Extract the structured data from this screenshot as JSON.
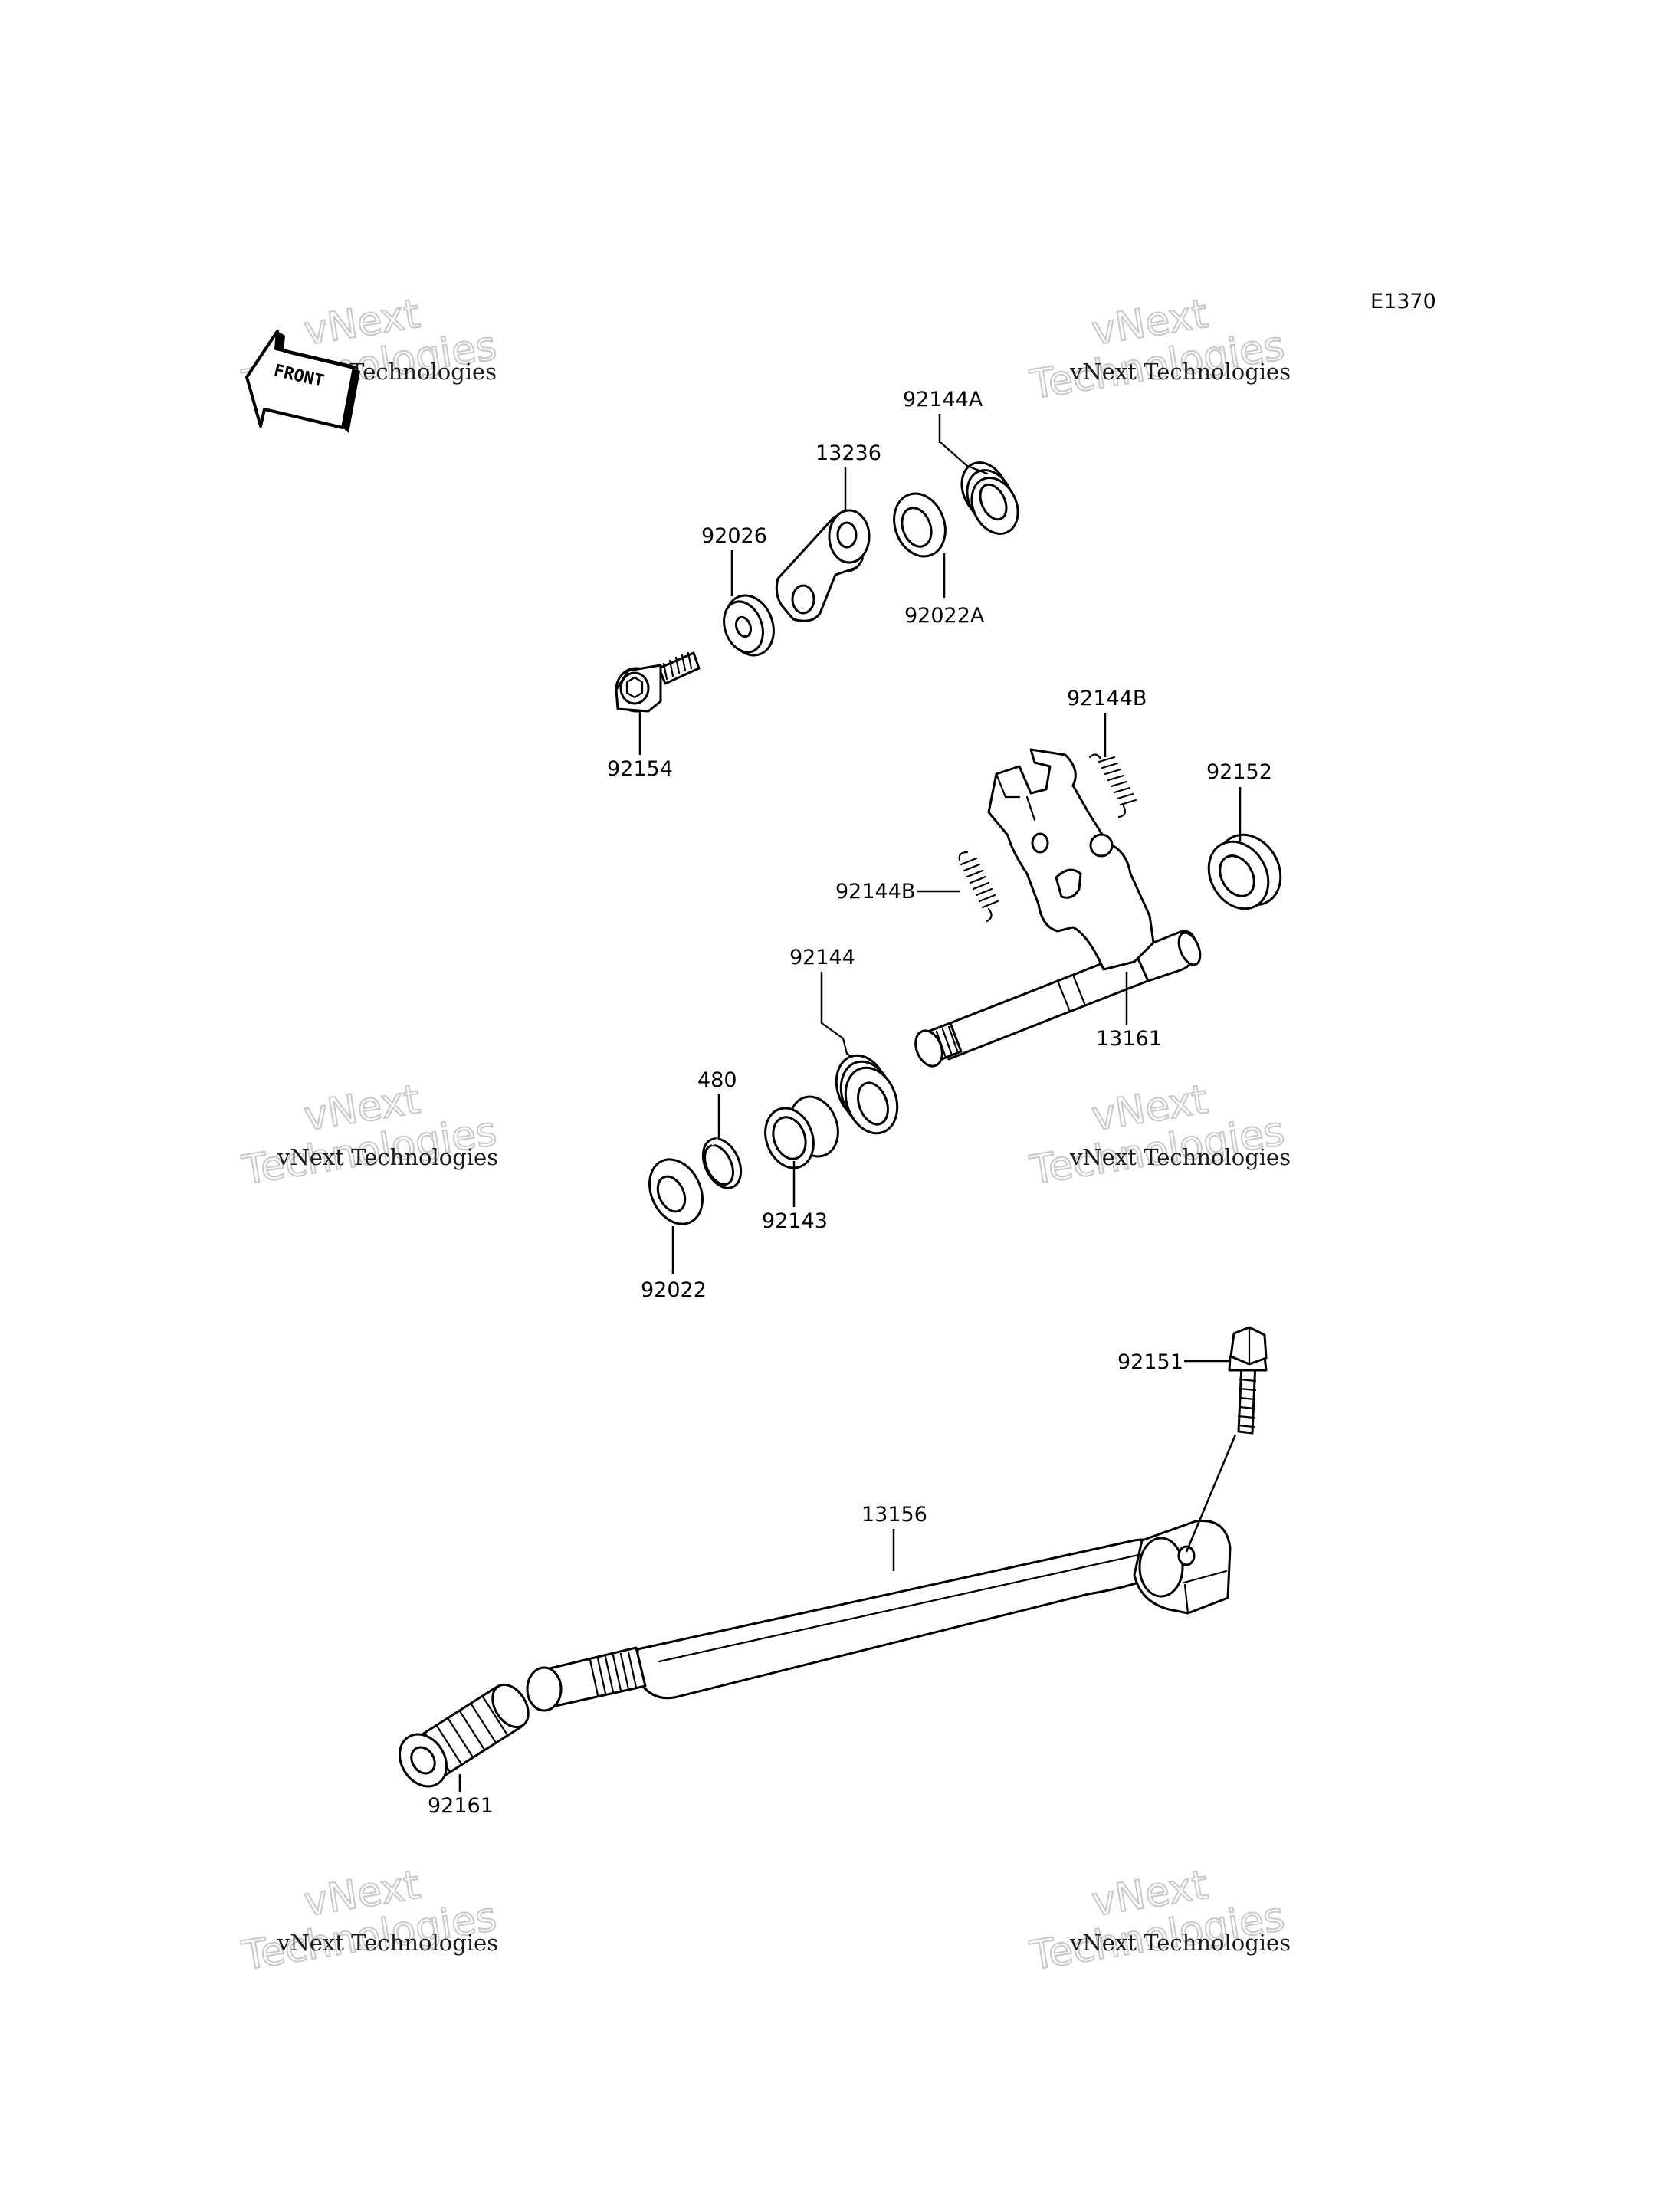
{
  "diagram_code": "E1370",
  "front_label": "FRONT",
  "watermark": {
    "brand": "vNext",
    "word": "Technologies",
    "full": "vNext Technologies"
  },
  "parts": [
    {
      "id": "92144A"
    },
    {
      "id": "13236"
    },
    {
      "id": "92026"
    },
    {
      "id": "92022A"
    },
    {
      "id": "92154"
    },
    {
      "id": "92144B_top",
      "label": "92144B"
    },
    {
      "id": "92152"
    },
    {
      "id": "92144B_mid",
      "label": "92144B"
    },
    {
      "id": "92144"
    },
    {
      "id": "13161"
    },
    {
      "id": "480"
    },
    {
      "id": "92143"
    },
    {
      "id": "92022"
    },
    {
      "id": "92151"
    },
    {
      "id": "13156"
    },
    {
      "id": "92161"
    }
  ],
  "labels": {
    "p92144A": "92144A",
    "p13236": "13236",
    "p92026": "92026",
    "p92022A": "92022A",
    "p92154": "92154",
    "p92144B_top": "92144B",
    "p92152": "92152",
    "p92144B_mid": "92144B",
    "p92144": "92144",
    "p13161": "13161",
    "p480": "480",
    "p92143": "92143",
    "p92022": "92022",
    "p92151": "92151",
    "p13156": "13156",
    "p92161": "92161"
  }
}
